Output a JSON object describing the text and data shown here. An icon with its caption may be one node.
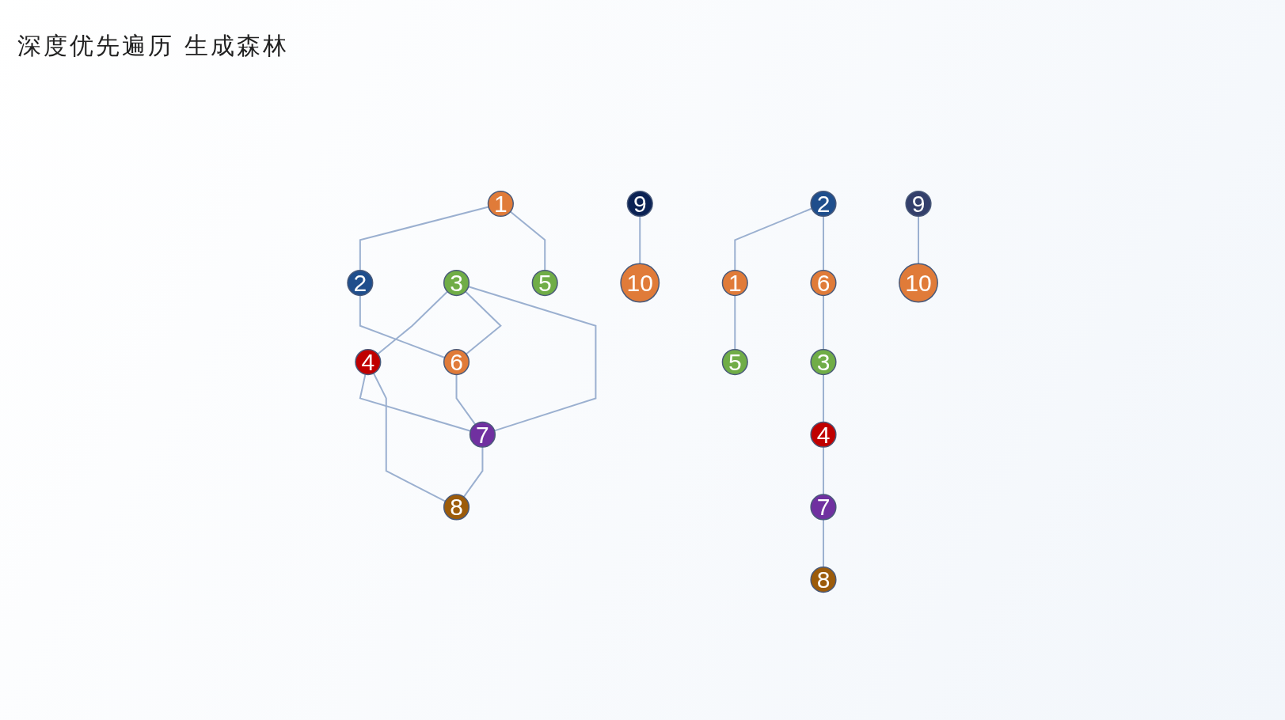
{
  "diagram": {
    "title": "深度优先遍历 生成森林",
    "nodes": [
      {
        "text": [
          "1"
        ]
      },
      {
        "text": [
          "2"
        ]
      },
      {
        "text": [
          "3"
        ]
      },
      {
        "text": [
          "4"
        ]
      },
      {
        "text": [
          "5"
        ]
      },
      {
        "text": [
          "6"
        ]
      },
      {
        "text": [
          "7"
        ]
      },
      {
        "text": [
          "8"
        ]
      },
      {
        "text": [
          "9"
        ]
      },
      {
        "text": [
          "10"
        ]
      },
      {
        "text": [
          "2"
        ]
      },
      {
        "text": [
          "1"
        ]
      },
      {
        "text": [
          "6"
        ]
      },
      {
        "text": [
          "5"
        ]
      },
      {
        "text": [
          "3"
        ]
      },
      {
        "text": [
          "4"
        ]
      },
      {
        "text": [
          "7"
        ]
      },
      {
        "text": [
          "8"
        ]
      },
      {
        "text": [
          "9"
        ]
      },
      {
        "text": [
          "10"
        ]
      }
    ],
    "edges": [
      {
        "from": 0,
        "to": 1,
        "arrow": "none"
      },
      {
        "from": 2,
        "to": 3,
        "arrow": "none"
      },
      {
        "from": 0,
        "to": 4,
        "arrow": "none"
      },
      {
        "from": 1,
        "to": 5,
        "arrow": "none"
      },
      {
        "from": 2,
        "to": 5,
        "arrow": "none"
      },
      {
        "from": 2,
        "to": 6,
        "arrow": "none"
      },
      {
        "from": 3,
        "to": 6,
        "arrow": "none"
      },
      {
        "from": 3,
        "to": 7,
        "arrow": "none"
      },
      {
        "from": 5,
        "to": 6,
        "arrow": "none"
      },
      {
        "from": 6,
        "to": 7,
        "arrow": "none"
      },
      {
        "from": 8,
        "to": 9,
        "arrow": "none"
      },
      {
        "from": 10,
        "to": 11,
        "arrow": "none"
      },
      {
        "from": 10,
        "to": 12,
        "arrow": "none"
      },
      {
        "from": 11,
        "to": 13,
        "arrow": "none"
      },
      {
        "from": 12,
        "to": 14,
        "arrow": "none"
      },
      {
        "from": 14,
        "to": 15,
        "arrow": "none"
      },
      {
        "from": 15,
        "to": 16,
        "arrow": "none"
      },
      {
        "from": 16,
        "to": 17,
        "arrow": "none"
      },
      {
        "from": 18,
        "to": 19,
        "arrow": "none"
      }
    ]
  }
}
